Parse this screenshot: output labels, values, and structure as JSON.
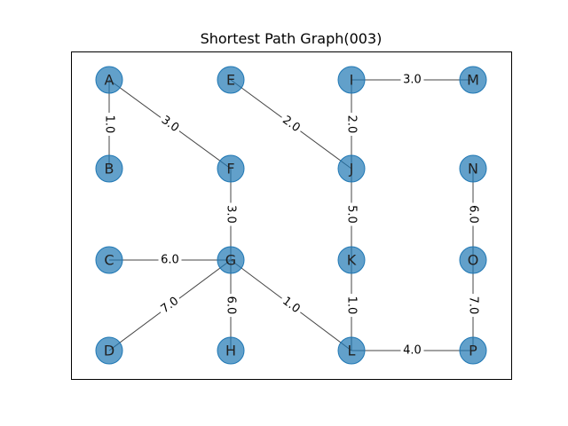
{
  "chart_data": {
    "type": "graph",
    "title": "Shortest Path Graph(003)",
    "colors": {
      "node_fill": "#1f77b4",
      "edge": "#444444",
      "frame": "#000000"
    },
    "nodes": [
      {
        "id": "A",
        "col": 0,
        "row": 0
      },
      {
        "id": "B",
        "col": 0,
        "row": 1
      },
      {
        "id": "C",
        "col": 0,
        "row": 2
      },
      {
        "id": "D",
        "col": 0,
        "row": 3
      },
      {
        "id": "E",
        "col": 1,
        "row": 0
      },
      {
        "id": "F",
        "col": 1,
        "row": 1
      },
      {
        "id": "G",
        "col": 1,
        "row": 2
      },
      {
        "id": "H",
        "col": 1,
        "row": 3
      },
      {
        "id": "I",
        "col": 2,
        "row": 0
      },
      {
        "id": "J",
        "col": 2,
        "row": 1
      },
      {
        "id": "K",
        "col": 2,
        "row": 2
      },
      {
        "id": "L",
        "col": 2,
        "row": 3
      },
      {
        "id": "M",
        "col": 3,
        "row": 0
      },
      {
        "id": "N",
        "col": 3,
        "row": 1
      },
      {
        "id": "O",
        "col": 3,
        "row": 2
      },
      {
        "id": "P",
        "col": 3,
        "row": 3
      }
    ],
    "edges": [
      {
        "source": "A",
        "target": "B",
        "weight": "1.0"
      },
      {
        "source": "A",
        "target": "F",
        "weight": "3.0"
      },
      {
        "source": "E",
        "target": "J",
        "weight": "2.0"
      },
      {
        "source": "I",
        "target": "M",
        "weight": "3.0"
      },
      {
        "source": "I",
        "target": "J",
        "weight": "2.0"
      },
      {
        "source": "F",
        "target": "G",
        "weight": "3.0"
      },
      {
        "source": "J",
        "target": "K",
        "weight": "5.0"
      },
      {
        "source": "N",
        "target": "O",
        "weight": "6.0"
      },
      {
        "source": "C",
        "target": "G",
        "weight": "6.0"
      },
      {
        "source": "G",
        "target": "D",
        "weight": "7.0"
      },
      {
        "source": "G",
        "target": "H",
        "weight": "6.0"
      },
      {
        "source": "G",
        "target": "L",
        "weight": "1.0"
      },
      {
        "source": "K",
        "target": "L",
        "weight": "1.0"
      },
      {
        "source": "O",
        "target": "P",
        "weight": "7.0"
      },
      {
        "source": "L",
        "target": "P",
        "weight": "4.0"
      }
    ]
  }
}
